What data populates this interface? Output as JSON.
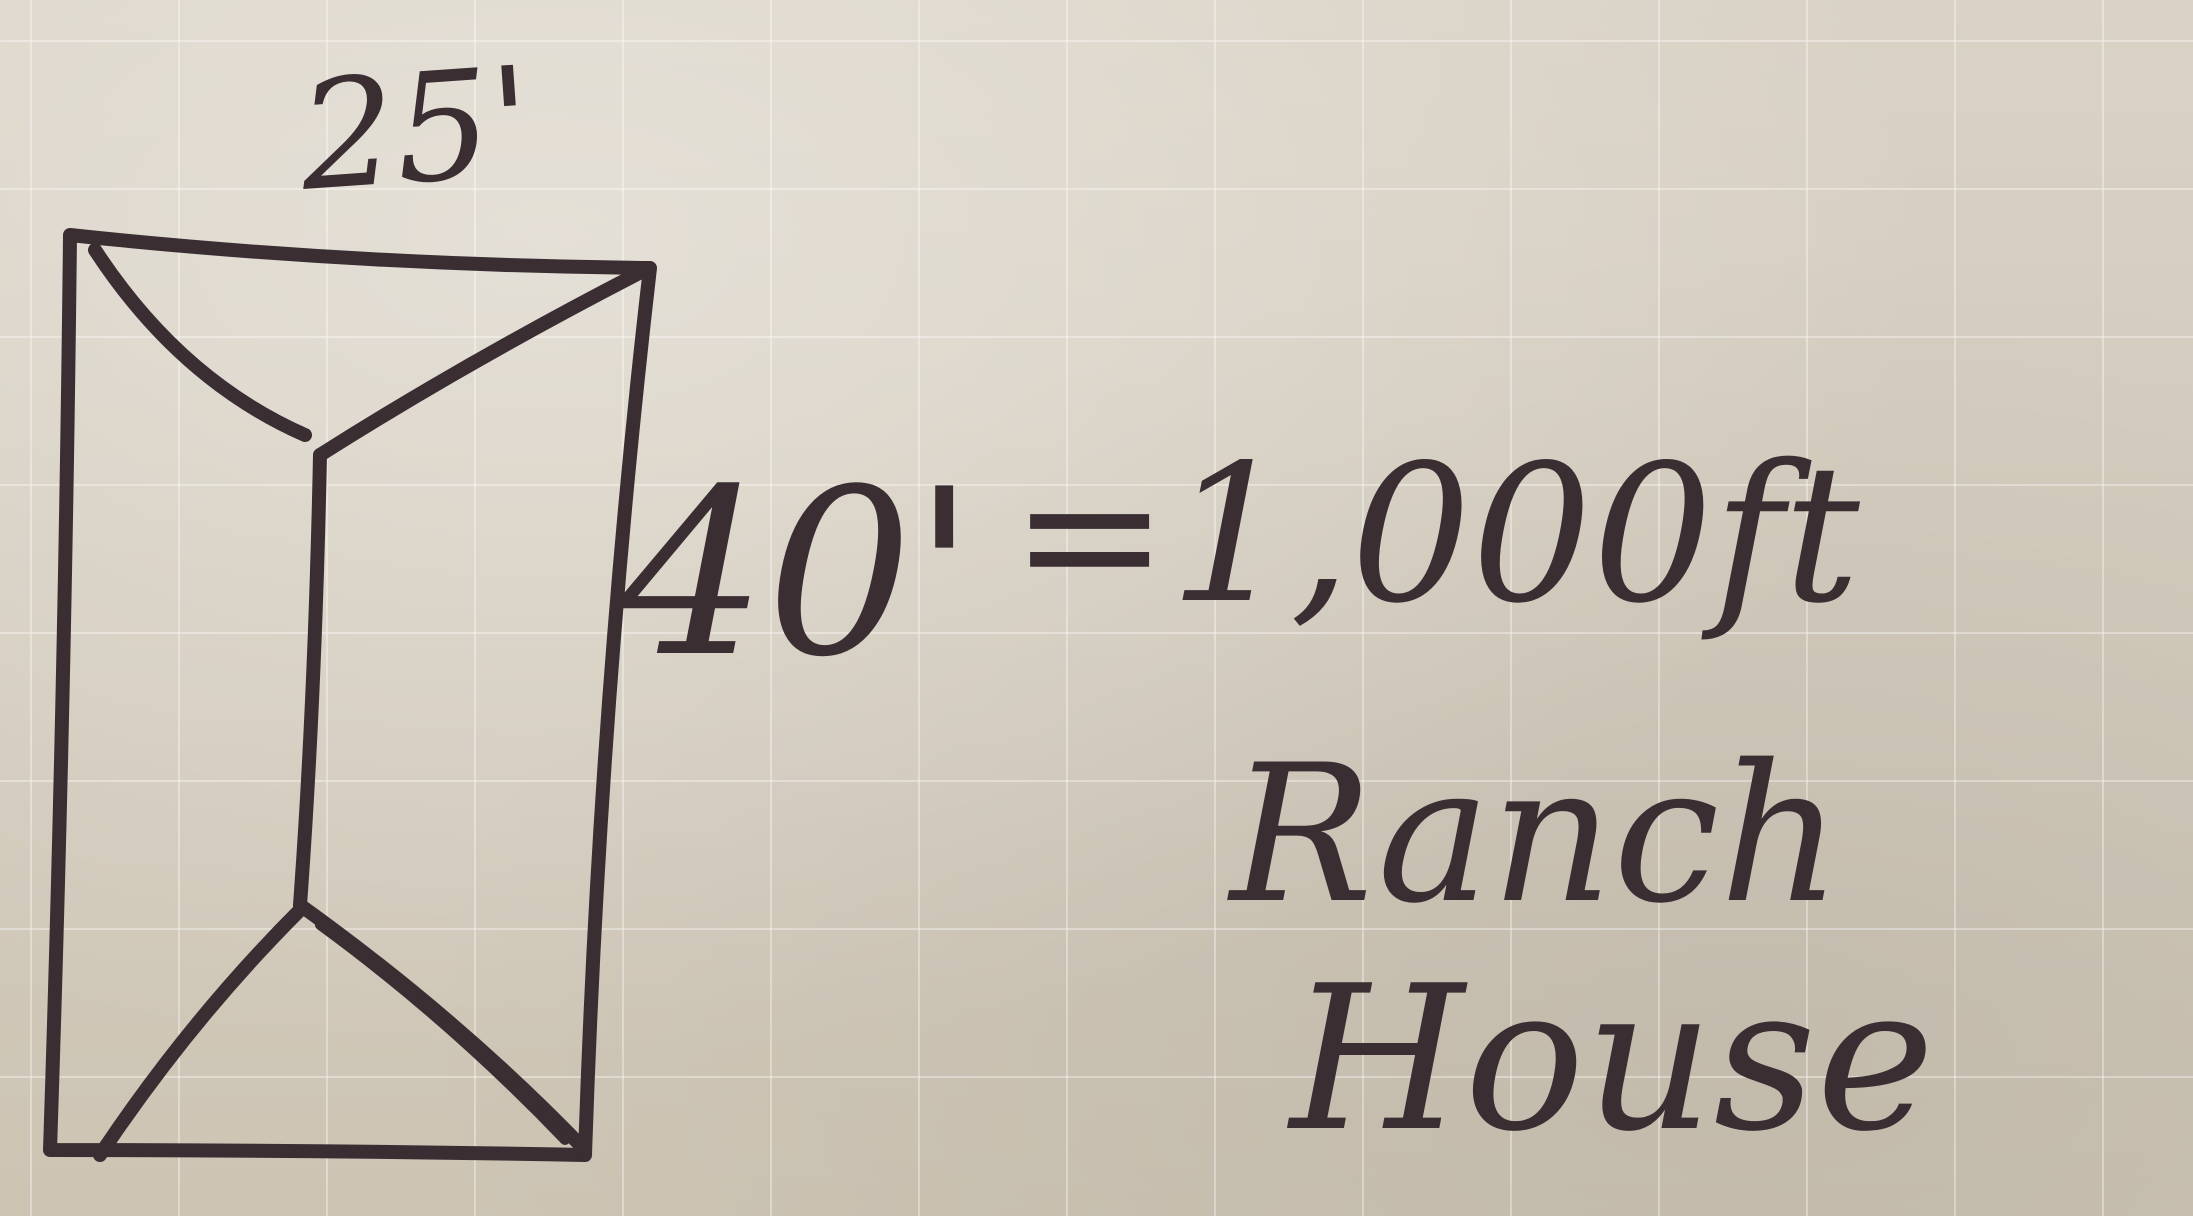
{
  "sketch": {
    "width_label": "25'",
    "length_label": "40'",
    "area_label": "=1,000ft",
    "caption_line1": "Ranch",
    "caption_line2": "House"
  },
  "colors": {
    "ink": "#3a2e33",
    "paper": "#d5cdbf"
  }
}
